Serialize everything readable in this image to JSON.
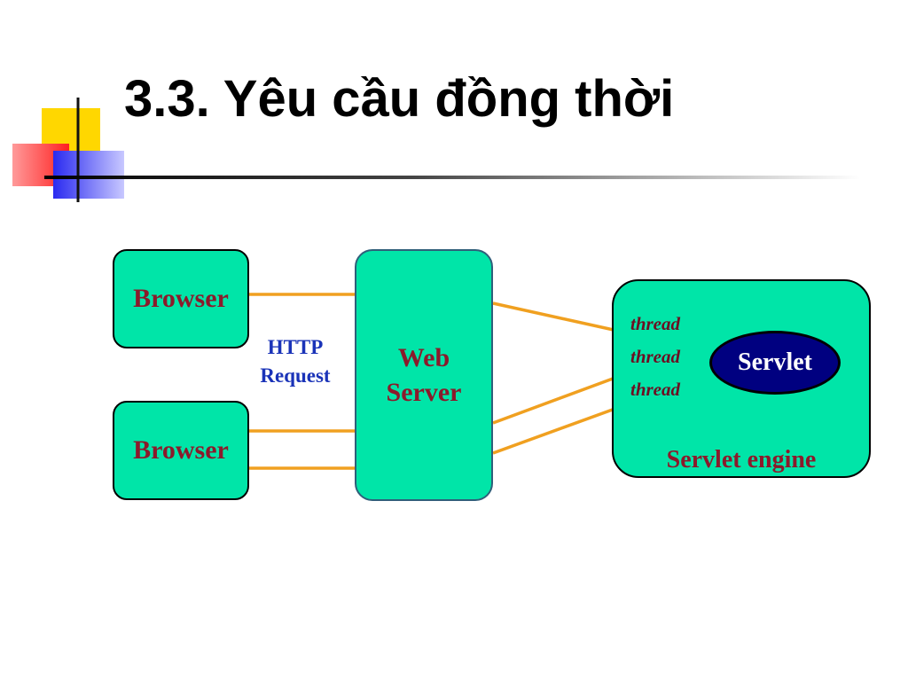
{
  "slide": {
    "title": "3.3. Yêu cầu đồng thời"
  },
  "diagram": {
    "browser_top": "Browser",
    "browser_bottom": "Browser",
    "http_line1": "HTTP",
    "http_line2": "Request",
    "web_server_line1": "Web",
    "web_server_line2": "Server",
    "threads": [
      "thread",
      "thread",
      "thread"
    ],
    "servlet": "Servlet",
    "servlet_engine": "Servlet engine"
  },
  "colors": {
    "box_fill": "#00e5a8",
    "box_text": "#8b1a2b",
    "connector": "#f0a020",
    "servlet_fill": "#000080",
    "http_text": "#1a33b8"
  }
}
